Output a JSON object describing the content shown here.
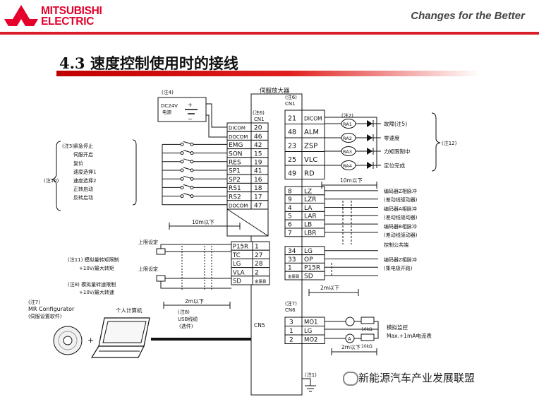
{
  "header": {
    "brand_line1": "MITSUBISHI",
    "brand_line2": "ELECTRIC",
    "slogan": "Changes for the Better",
    "brand_color": "#e4002b"
  },
  "slide": {
    "title": "4.3 速度控制使用时的接线",
    "accent_color": "#d81e2a"
  },
  "diagram": {
    "amplifier_label": "伺服放大器",
    "dc24v": {
      "note": "(注4)",
      "label": "DC24V",
      "label2": "电源",
      "plus": "+",
      "minus": "−"
    },
    "cn1_left": {
      "note": "(注6)",
      "connector": "CN1",
      "rows": [
        {
          "sig": "DICOM",
          "pin": "20"
        },
        {
          "sig": "DOCOM",
          "pin": "46"
        },
        {
          "sig": "EMG",
          "pin": "42"
        },
        {
          "sig": "SON",
          "pin": "15"
        },
        {
          "sig": "RES",
          "pin": "19"
        },
        {
          "sig": "SP1",
          "pin": "41"
        },
        {
          "sig": "SP2",
          "pin": "16"
        },
        {
          "sig": "RS1",
          "pin": "18"
        },
        {
          "sig": "RS2",
          "pin": "17"
        },
        {
          "sig": "DOCOM",
          "pin": "47"
        }
      ]
    },
    "inputs": {
      "note": "(注3)",
      "group_note": "(注10)",
      "labels": [
        "紧急停止",
        "伺服开启",
        "复位",
        "速度选择1",
        "速度选择2",
        "正转启动",
        "反转启动"
      ]
    },
    "analog_rows": [
      {
        "sig": "P15R",
        "pin": "1"
      },
      {
        "sig": "TC",
        "pin": "27"
      },
      {
        "sig": "LG",
        "pin": "28"
      },
      {
        "sig": "VLA",
        "pin": "2"
      },
      {
        "sig": "SD",
        "pin": "金属骨"
      }
    ],
    "analog_labels": {
      "upper1": "上限设定",
      "torque_note": "(注11) 模拟量转矩限制",
      "torque_range": "+10V/最大转矩",
      "upper2": "上限设定",
      "speed_note": "(注8) 模拟量转速限制",
      "speed_range": "+10V/最大转速"
    },
    "len_10m_left": "10m以下",
    "len_2m_left": "2m以下",
    "cn1_right": {
      "note": "(注6)",
      "connector": "CN1",
      "rows": [
        {
          "pin": "21",
          "sig": "DICOM"
        },
        {
          "pin": "48",
          "sig": "ALM"
        },
        {
          "pin": "23",
          "sig": "ZSP"
        },
        {
          "pin": "25",
          "sig": "VLC"
        },
        {
          "pin": "49",
          "sig": "RD"
        }
      ]
    },
    "relays": {
      "note": "(注2)",
      "names": [
        "RA1",
        "RA2",
        "RA3",
        "RA4"
      ]
    },
    "outputs": {
      "labels": [
        "故障(注5)",
        "零速度",
        "力矩限制中",
        "定位完成"
      ],
      "group_note": "(注12)"
    },
    "len_10m_right": "10m以下",
    "encoder_rows": [
      {
        "pin": "8",
        "sig": "LZ"
      },
      {
        "pin": "9",
        "sig": "LZR"
      },
      {
        "pin": "4",
        "sig": "LA"
      },
      {
        "pin": "5",
        "sig": "LAR"
      },
      {
        "pin": "6",
        "sig": "LB"
      },
      {
        "pin": "7",
        "sig": "LBR"
      },
      {
        "pin": "34",
        "sig": "LG"
      },
      {
        "pin": "33",
        "sig": "OP"
      },
      {
        "pin": "1",
        "sig": "P15R"
      },
      {
        "pin": "金属骨",
        "sig": "SD"
      }
    ],
    "encoder_labels": [
      "编码器Z相脉冲",
      "(差动线驱动器)",
      "编码器A相脉冲",
      "(差动线驱动器)",
      "编码器B相脉冲",
      "(差动线驱动器)",
      "控制公共端",
      "编码器Z相脉冲",
      "(集电极开路)"
    ],
    "len_2m_right": "2m以下",
    "cn6": {
      "note": "(注7)",
      "connector": "CN6",
      "rows": [
        {
          "pin": "3",
          "sig": "MO1"
        },
        {
          "pin": "1",
          "sig": "LG"
        },
        {
          "pin": "2",
          "sig": "MO2"
        }
      ],
      "meter_labels": [
        "10kΩ",
        "10kΩ"
      ],
      "meter_letter": "A",
      "monitor_label": "模拟监控",
      "monitor_range": "Max.+1mA电流表",
      "len": "2m以下"
    },
    "pc": {
      "note": "(注7)",
      "software": "MR Configurator",
      "software_sub": "(伺服设置软件)",
      "plus": "+",
      "computer": "个人计算机",
      "cable_note": "(注8)",
      "cable": "USB线缆",
      "cable_sub": "(选件)",
      "connector": "CN5"
    },
    "ground_note": "(注1)"
  },
  "watermark": "新能源汽车产业发展联盟"
}
